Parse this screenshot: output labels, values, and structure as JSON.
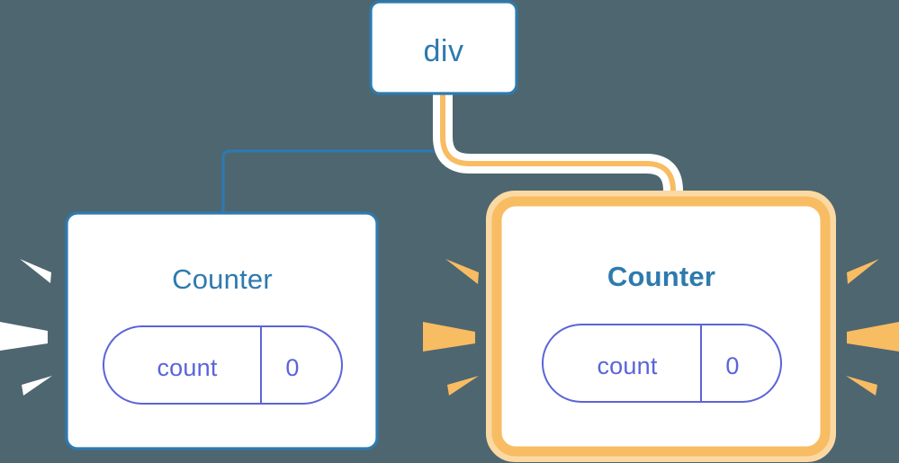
{
  "diagram": {
    "title": "component-tree-highlight",
    "background_color": "#4e6670"
  },
  "nodes": {
    "root": {
      "label": "div",
      "border_color": "#2e7aae",
      "fill": "#ffffff",
      "highlighted": false
    },
    "counter_left": {
      "label": "Counter",
      "border_color": "#2e7aae",
      "fill": "#ffffff",
      "highlighted": false,
      "prop": {
        "name": "count",
        "value": "0",
        "color": "#5b64d8"
      },
      "flash_color": "#ffffff"
    },
    "counter_right": {
      "label": "Counter",
      "border_color": "#f7b champ",
      "highlight_color": "#f8bc63",
      "highlight_glow_color": "#fbd9a3",
      "fill": "#ffffff",
      "highlighted": true,
      "prop": {
        "name": "count",
        "value": "0",
        "color": "#5b64d8"
      },
      "flash_color": "#f8bc63"
    }
  },
  "edges": [
    {
      "name": "div-to-counter-left",
      "color": "#2e7aae",
      "highlighted": false
    },
    {
      "name": "div-to-counter-right",
      "color": "#f8bc63",
      "halo_color": "#ffffff",
      "highlighted": true
    }
  ],
  "flash_rays": {
    "left_outer": {
      "color": "#ffffff",
      "count": 3
    },
    "middle": {
      "color": "#f8bc63",
      "count": 3
    },
    "right_outer": {
      "color": "#f8bc63",
      "count": 3
    }
  }
}
